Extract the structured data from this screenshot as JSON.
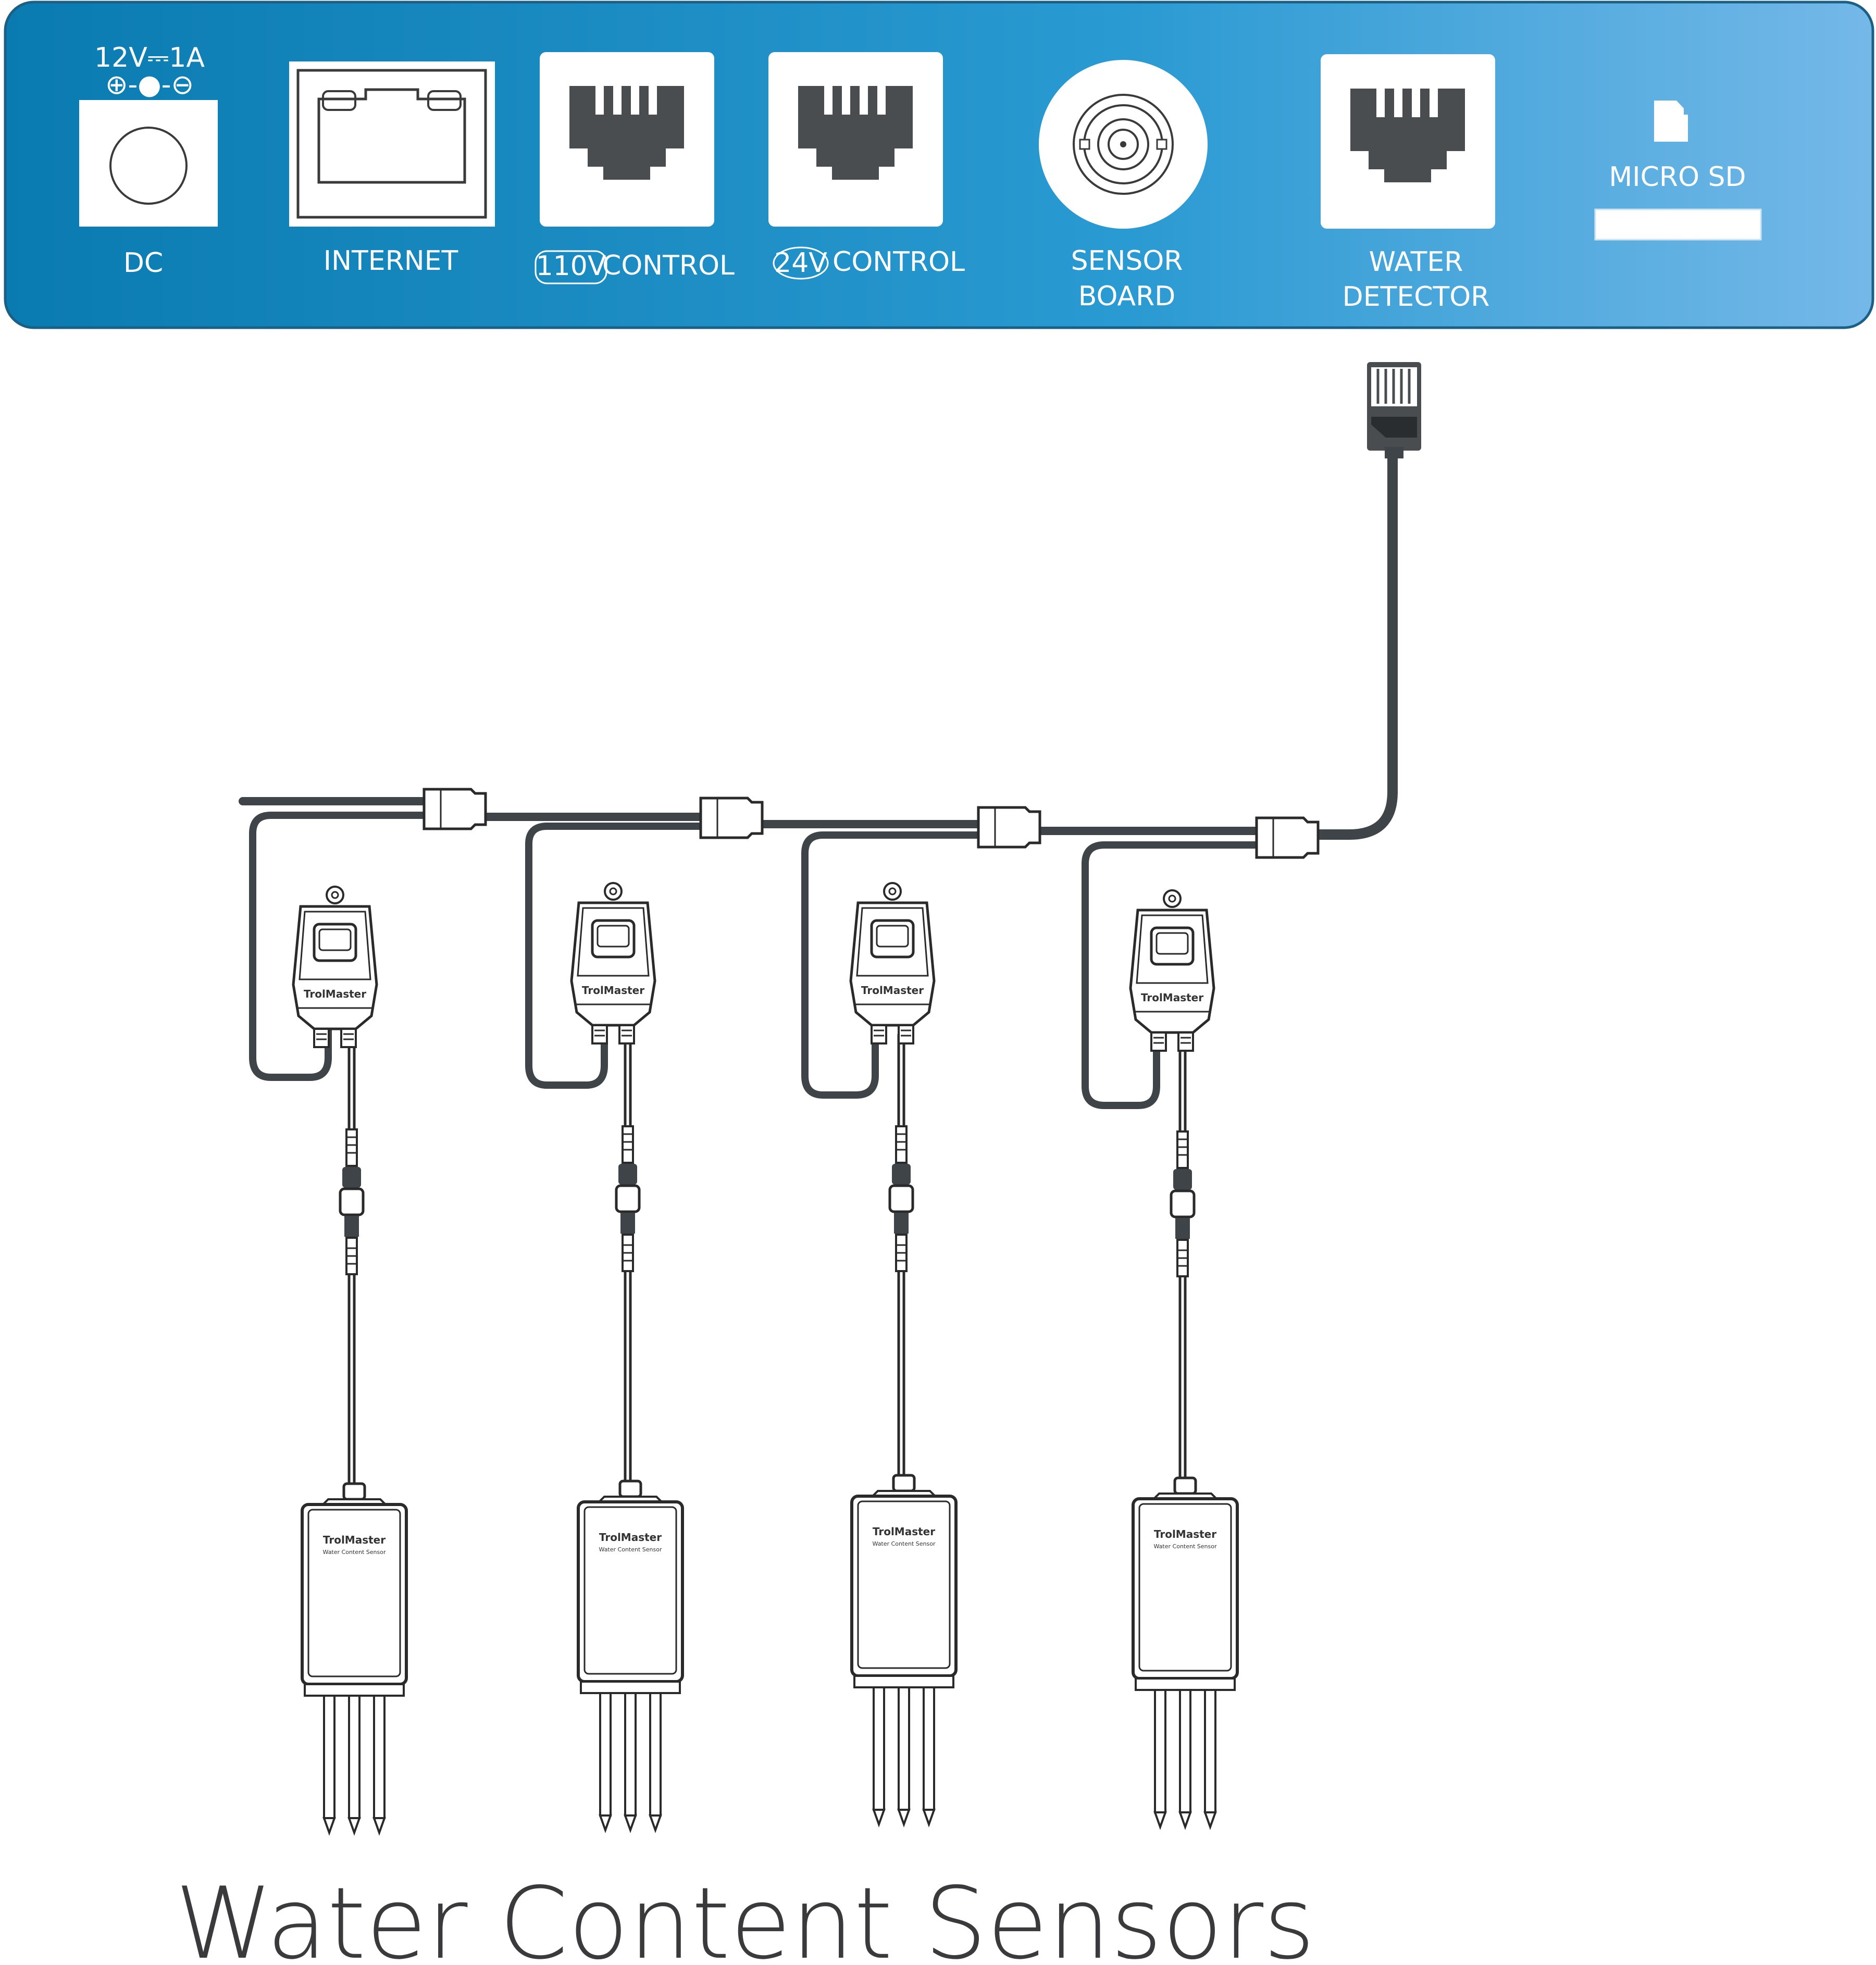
{
  "panel": {
    "gradient_start": "#0a7bb0",
    "gradient_end": "#6fb6e6",
    "ports": {
      "dc": {
        "rating": "12V⎓1A",
        "polarity": "⊕-●-⊖",
        "label": "DC"
      },
      "internet": {
        "label": "INTERNET"
      },
      "control_110": {
        "badge": "110V",
        "label": "CONTROL"
      },
      "control_24": {
        "badge": "24V",
        "label": "CONTROL"
      },
      "sensor_board": {
        "label_line1": "SENSOR",
        "label_line2": "BOARD"
      },
      "water_detector": {
        "label_line1": "WATER",
        "label_line2": "DETECTOR"
      },
      "micro_sd": {
        "label": "MICRO SD"
      }
    }
  },
  "sensors": {
    "count": 4,
    "brand": "TrolMaster",
    "model_label": "Water Content Sensor"
  },
  "caption": "Water Content Sensors",
  "colors": {
    "cable": "#3f4448",
    "outline": "#2a2a2a",
    "text_dark": "#3a3a3c"
  }
}
